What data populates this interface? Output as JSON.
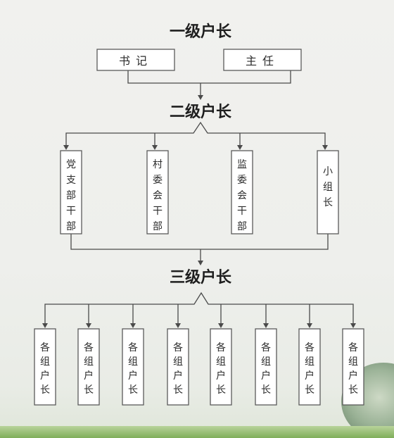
{
  "colors": {
    "line": "#4a4a4a",
    "box_border": "#5a5a5a",
    "text": "#2b2b2b",
    "title": "#1e1e1e"
  },
  "levels": [
    {
      "title": "一级户长",
      "nodes": [
        "书记",
        "主任"
      ]
    },
    {
      "title": "二级户长",
      "nodes": [
        "党支部干部",
        "村委会干部",
        "监委会干部",
        "小组长"
      ]
    },
    {
      "title": "三级户长",
      "nodes": [
        "各组户长",
        "各组户长",
        "各组户长",
        "各组户长",
        "各组户长",
        "各组户长",
        "各组户长",
        "各组户长"
      ]
    }
  ]
}
